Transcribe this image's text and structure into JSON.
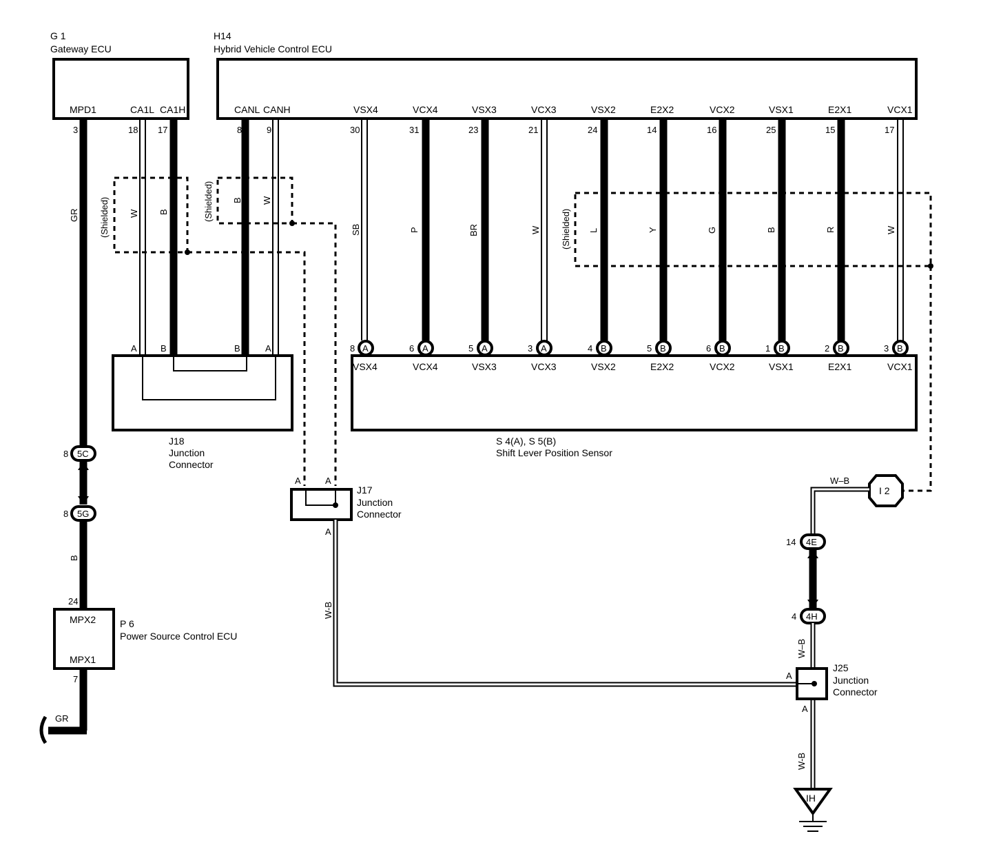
{
  "components": {
    "g1": {
      "code": "G 1",
      "name": "Gateway ECU",
      "pins": [
        "MPD1",
        "CA1L",
        "CA1H"
      ],
      "pin_nums": [
        "3",
        "18",
        "17"
      ]
    },
    "h14": {
      "code": "H14",
      "name": "Hybrid Vehicle Control ECU",
      "pins": [
        "CANL",
        "CANH",
        "VSX4",
        "VCX4",
        "VSX3",
        "VCX3",
        "VSX2",
        "E2X2",
        "VCX2",
        "VSX1",
        "E2X1",
        "VCX1"
      ],
      "pin_nums": [
        "8",
        "9",
        "30",
        "31",
        "23",
        "21",
        "24",
        "14",
        "16",
        "25",
        "15",
        "17"
      ]
    },
    "j18": {
      "code": "J18",
      "line1": "Junction",
      "line2": "Connector",
      "pins": [
        "A",
        "B",
        "B",
        "A"
      ]
    },
    "j17": {
      "code": "J17",
      "line1": "Junction",
      "line2": "Connector",
      "pins": [
        "A",
        "A",
        "A"
      ]
    },
    "j25": {
      "code": "J25",
      "line1": "Junction",
      "line2": "Connector",
      "pins": [
        "A",
        "A"
      ]
    },
    "s4s5": {
      "code": "S 4(A), S 5(B)",
      "name": "Shift Lever Position Sensor",
      "pins": [
        "VSX4",
        "VCX4",
        "VSX3",
        "VCX3",
        "VSX2",
        "E2X2",
        "VCX2",
        "VSX1",
        "E2X1",
        "VCX1"
      ],
      "pin_nums": [
        "8",
        "6",
        "5",
        "3",
        "4",
        "5",
        "6",
        "1",
        "2",
        "3"
      ],
      "conn": [
        "A",
        "A",
        "A",
        "A",
        "B",
        "B",
        "B",
        "B",
        "B",
        "B"
      ]
    },
    "p6": {
      "code": "P 6",
      "name": "Power Source Control ECU",
      "pins": [
        "MPX2",
        "MPX1"
      ],
      "pin_nums": [
        "24",
        "7"
      ]
    }
  },
  "wire_colors": {
    "g1": [
      "GR",
      "W",
      "B"
    ],
    "h14_can": [
      "B",
      "W"
    ],
    "h14_sensor": [
      "SB",
      "P",
      "BR",
      "W",
      "L",
      "Y",
      "G",
      "B",
      "R",
      "W"
    ],
    "mpx_lower": "B",
    "mpx_out": "GR",
    "ground_j17": "W-B",
    "ground_i2": "W–B",
    "ground_4h": "W–B",
    "ground_j25": "W-B"
  },
  "shield_labels": [
    "(Shielded)",
    "(Shielded)",
    "(Shielded)"
  ],
  "inline_connectors": {
    "c5c": {
      "label": "5C",
      "pin": "8"
    },
    "c5g": {
      "label": "5G",
      "pin": "8"
    },
    "c4e": {
      "label": "4E",
      "pin": "14"
    },
    "c4h": {
      "label": "4H",
      "pin": "4"
    }
  },
  "ground_points": {
    "i2": "I 2",
    "h": "IH"
  }
}
